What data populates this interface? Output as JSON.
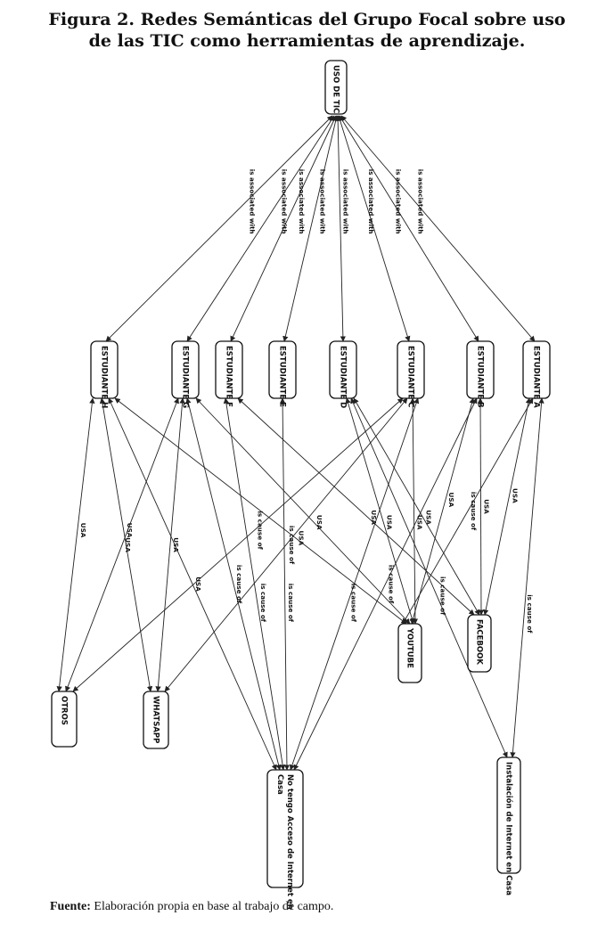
{
  "title": {
    "line1": "Figura 2. Redes Semánticas del Grupo Focal sobre uso",
    "line2": "de las TIC como herramientas de aprendizaje."
  },
  "source": {
    "label": "Fuente:",
    "text": "Elaboración propia en base al trabajo de campo."
  },
  "diagram": {
    "nodes": [
      {
        "id": "uso",
        "label": "USO DE TIC"
      },
      {
        "id": "eh",
        "label": "ESTUDIANTE H"
      },
      {
        "id": "eg",
        "label": "ESTUDIANTE G"
      },
      {
        "id": "ef",
        "label": "ESTUDIANTE F"
      },
      {
        "id": "ee",
        "label": "ESTUDIANTE E"
      },
      {
        "id": "ed",
        "label": "ESTUDIANTE D"
      },
      {
        "id": "ec",
        "label": "ESTUDIANTE C"
      },
      {
        "id": "eb",
        "label": "ESTUDIANTE B"
      },
      {
        "id": "ea",
        "label": "ESTUDIANTE A"
      },
      {
        "id": "yt",
        "label": "YOUTUBE"
      },
      {
        "id": "fb",
        "label": "FACEBOOK"
      },
      {
        "id": "ot",
        "label": "OTROS"
      },
      {
        "id": "wa",
        "label": "WHATSAPP"
      },
      {
        "id": "na1",
        "label": "No tengo Acceso de Internet en"
      },
      {
        "id": "na2",
        "label": "Casa"
      },
      {
        "id": "ic",
        "label": "Instalación de Internet en Casa"
      }
    ],
    "edges": [
      {
        "id": "e-eh-uso",
        "label": "is associated with"
      },
      {
        "id": "e-eg-uso",
        "label": "is associated with"
      },
      {
        "id": "e-ef-uso",
        "label": "is associated with"
      },
      {
        "id": "e-ee-uso",
        "label": "is associated with"
      },
      {
        "id": "e-ed-uso",
        "label": "is associated with"
      },
      {
        "id": "e-ec-uso",
        "label": "is associated with"
      },
      {
        "id": "e-eb-uso",
        "label": "is associated with"
      },
      {
        "id": "e-ea-uso",
        "label": "is associated with"
      },
      {
        "id": "e-eh-ot",
        "label": "USA"
      },
      {
        "id": "e-eh-wa",
        "label": "USA"
      },
      {
        "id": "e-eh-yt",
        "label": "USA"
      },
      {
        "id": "e-eh-na",
        "label": "USA"
      },
      {
        "id": "e-eg-ot",
        "label": "USA"
      },
      {
        "id": "e-eg-wa",
        "label": "USA"
      },
      {
        "id": "e-eg-na",
        "label": "is cause of"
      },
      {
        "id": "e-eg-yt",
        "label": "USA"
      },
      {
        "id": "e-ef-na",
        "label": "is cause of"
      },
      {
        "id": "e-ef-fb",
        "label": "USA"
      },
      {
        "id": "e-ee-na",
        "label": "is cause of"
      },
      {
        "id": "e-ed-yt",
        "label": "USA"
      },
      {
        "id": "e-ed-ic",
        "label": "is cause of"
      },
      {
        "id": "e-ed-fb",
        "label": "USA"
      },
      {
        "id": "e-ec-ot",
        "label": "is cause of"
      },
      {
        "id": "e-ec-wa",
        "label": "is cause of"
      },
      {
        "id": "e-ec-yt",
        "label": "USA"
      },
      {
        "id": "e-ec-na",
        "label": "is cause of"
      },
      {
        "id": "e-eb-yt",
        "label": "USA"
      },
      {
        "id": "e-eb-fb",
        "label": "USA"
      },
      {
        "id": "e-eb-na",
        "label": "is cause of"
      },
      {
        "id": "e-ea-fb",
        "label": "USA"
      },
      {
        "id": "e-ea-yt",
        "label": "is cause of"
      },
      {
        "id": "e-ea-ic",
        "label": "is cause of"
      }
    ]
  }
}
